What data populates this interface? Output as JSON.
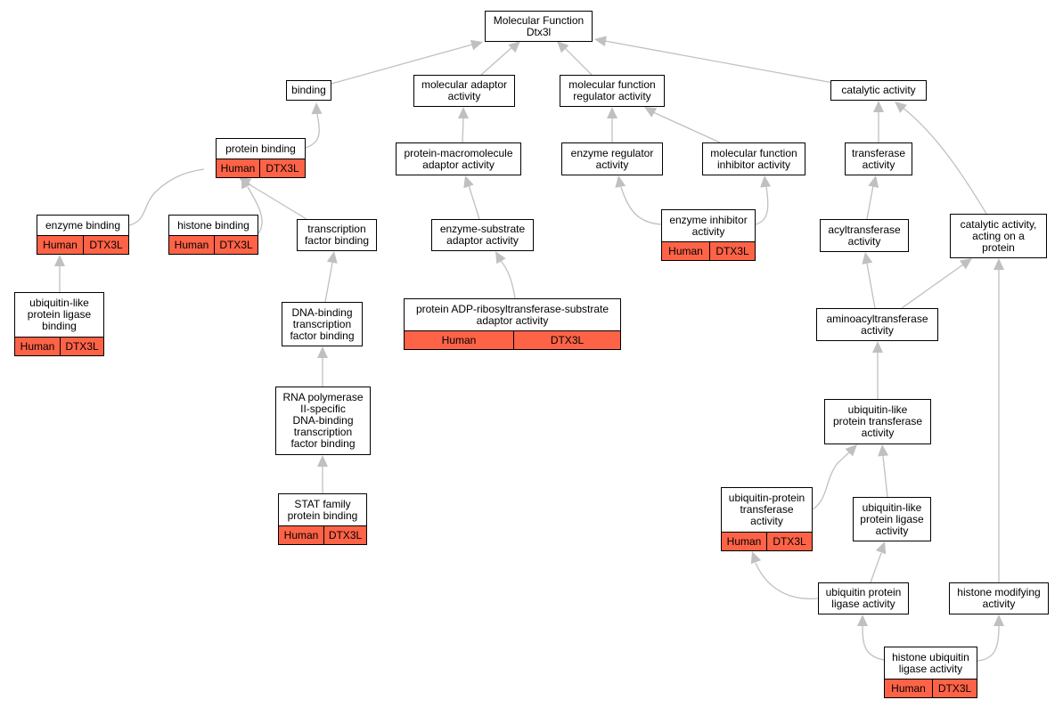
{
  "annotation_colors": {
    "fill": "#ff6347",
    "edge": "#c0c0c0"
  },
  "nodes": {
    "root": {
      "label": "Molecular Function\nDtx3l"
    },
    "binding": {
      "label": "binding"
    },
    "mol_adaptor": {
      "label": "molecular adaptor\nactivity"
    },
    "mf_regulator": {
      "label": "molecular function\nregulator activity"
    },
    "catalytic": {
      "label": "catalytic activity"
    },
    "protein_binding": {
      "label": "protein binding",
      "species": "Human",
      "gene": "DTX3L"
    },
    "prot_macro_adaptor": {
      "label": "protein-macromolecule\nadaptor activity"
    },
    "enzyme_regulator": {
      "label": "enzyme regulator\nactivity"
    },
    "mf_inhibitor": {
      "label": "molecular function\ninhibitor activity"
    },
    "transferase": {
      "label": "transferase\nactivity"
    },
    "enzyme_binding": {
      "label": "enzyme binding",
      "species": "Human",
      "gene": "DTX3L"
    },
    "histone_binding": {
      "label": "histone binding",
      "species": "Human",
      "gene": "DTX3L"
    },
    "tf_binding": {
      "label": "transcription\nfactor binding"
    },
    "enz_sub_adaptor": {
      "label": "enzyme-substrate\nadaptor activity"
    },
    "enzyme_inhibitor": {
      "label": "enzyme inhibitor\nactivity",
      "species": "Human",
      "gene": "DTX3L"
    },
    "acyltransferase": {
      "label": "acyltransferase\nactivity"
    },
    "cat_on_protein": {
      "label": "catalytic activity,\nacting on a\nprotein"
    },
    "ubl_ligase_binding": {
      "label": "ubiquitin-like\nprotein ligase\nbinding",
      "species": "Human",
      "gene": "DTX3L"
    },
    "dna_tf_binding": {
      "label": "DNA-binding\ntranscription\nfactor binding"
    },
    "adp_ribosyl": {
      "label": "protein ADP-ribosyltransferase-substrate\nadaptor activity",
      "species": "Human",
      "gene": "DTX3L"
    },
    "aminoacyl": {
      "label": "aminoacyltransferase\nactivity"
    },
    "rnapii_tf_binding": {
      "label": "RNA polymerase\nII-specific\nDNA-binding\ntranscription\nfactor binding"
    },
    "ubl_transferase": {
      "label": "ubiquitin-like\nprotein transferase\nactivity"
    },
    "stat_binding": {
      "label": "STAT family\nprotein binding",
      "species": "Human",
      "gene": "DTX3L"
    },
    "ub_transferase": {
      "label": "ubiquitin-protein\ntransferase\nactivity",
      "species": "Human",
      "gene": "DTX3L"
    },
    "ubl_ligase": {
      "label": "ubiquitin-like\nprotein ligase\nactivity"
    },
    "ub_ligase": {
      "label": "ubiquitin protein\nligase activity"
    },
    "histone_modifying": {
      "label": "histone modifying\nactivity"
    },
    "histone_ub_ligase": {
      "label": "histone ubiquitin\nligase activity",
      "species": "Human",
      "gene": "DTX3L"
    }
  }
}
